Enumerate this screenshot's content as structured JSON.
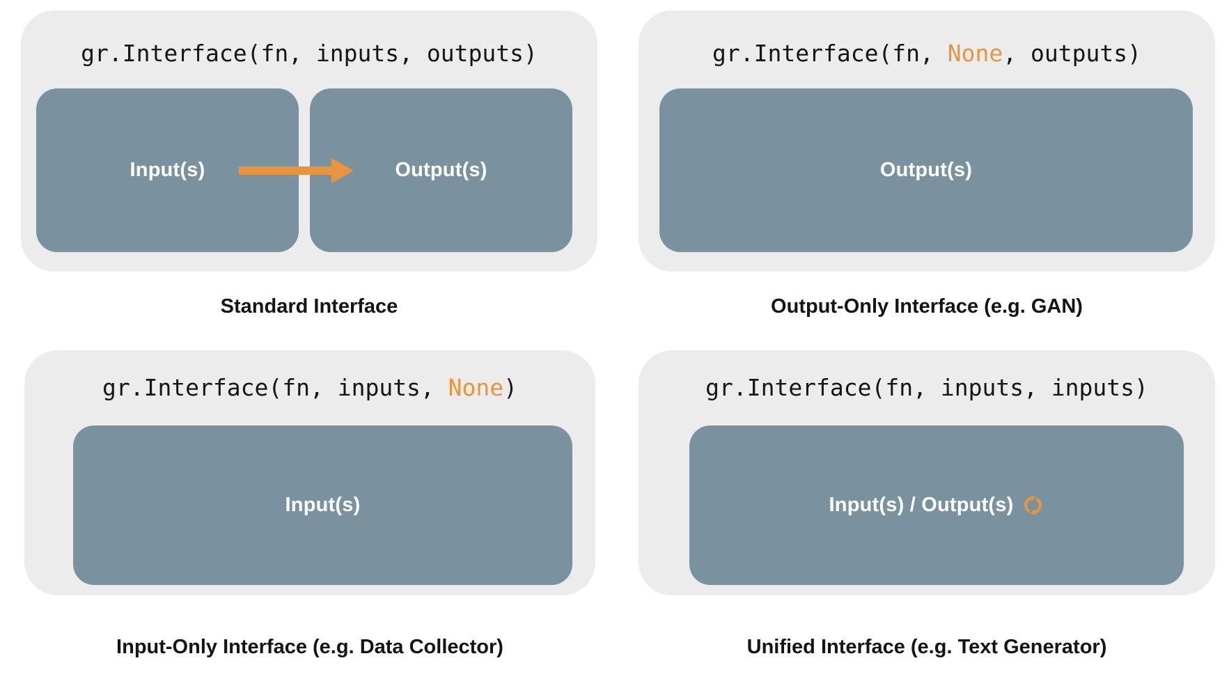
{
  "colors": {
    "page_bg": "#ffffff",
    "panel_bg": "#ececec",
    "box_bg": "#7a92a0",
    "accent": "#e8953e",
    "ink": "#141414",
    "box_label": "#ffffff"
  },
  "panels": [
    {
      "code": {
        "pre": "gr.Interface(fn, inputs, outputs)",
        "highlight": "",
        "post": ""
      },
      "boxes": [
        {
          "label": "Input(s)"
        },
        {
          "label": "Output(s)"
        }
      ],
      "connector_icon": "arrow-right",
      "caption": "Standard Interface"
    },
    {
      "code": {
        "pre": "gr.Interface(fn, ",
        "highlight": "None",
        "post": ", outputs)"
      },
      "boxes": [
        {
          "label": "Output(s)"
        }
      ],
      "caption": "Output-Only Interface (e.g. GAN)"
    },
    {
      "code": {
        "pre": "gr.Interface(fn, inputs, ",
        "highlight": "None",
        "post": ")"
      },
      "boxes": [
        {
          "label": "Input(s)"
        }
      ],
      "caption": "Input-Only Interface (e.g. Data Collector)"
    },
    {
      "code": {
        "pre": "gr.Interface(fn, inputs, inputs)",
        "highlight": "",
        "post": ""
      },
      "boxes": [
        {
          "label": "Input(s) / Output(s)",
          "icon": "refresh"
        }
      ],
      "caption": "Unified Interface (e.g. Text Generator)"
    }
  ]
}
